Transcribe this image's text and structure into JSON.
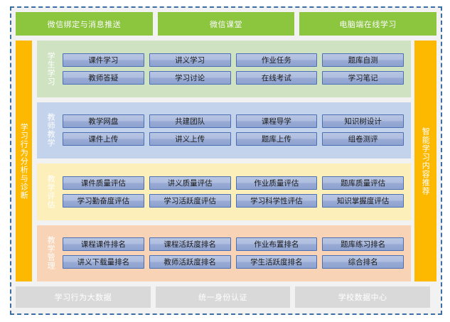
{
  "colors": {
    "frame_border": "#3b6ea5",
    "frame_bg": "#f2f2f2",
    "banner_green": "#8cc63e",
    "rail_orange": "#fcb900",
    "panel_student": "#cfe3c2",
    "panel_teacher": "#c4d3ec",
    "panel_eval": "#fdefb9",
    "panel_manage": "#f8d3b5",
    "button_blue": "#aebde0",
    "button_border": "#4a6fb5",
    "footer_gray": "#d9d9d9"
  },
  "top_banners": [
    {
      "label": "微信绑定与消息推送"
    },
    {
      "label": "微信课堂"
    },
    {
      "label": "电脑端在线学习"
    }
  ],
  "left_rail": {
    "label": "学习行为分析与诊断"
  },
  "right_rail": {
    "label": "智能学习内容推荐"
  },
  "sections": [
    {
      "label": "学生学习",
      "rows": [
        [
          "课件学习",
          "讲义学习",
          "作业任务",
          "题库自测"
        ],
        [
          "教师答疑",
          "学习讨论",
          "在线考试",
          "学习笔记"
        ]
      ]
    },
    {
      "label": "教师教学",
      "rows": [
        [
          "教学网盘",
          "共建团队",
          "课程导学",
          "知识树设计"
        ],
        [
          "课件上传",
          "讲义上传",
          "题库上传",
          "组卷测评"
        ]
      ]
    },
    {
      "label": "教学评估",
      "rows": [
        [
          "课件质量评估",
          "讲义质量评估",
          "作业质量评估",
          "题库质量评估"
        ],
        [
          "学习勤奋度评估",
          "学习活跃度评估",
          "学习科学性评估",
          "知识掌握度评估"
        ]
      ]
    },
    {
      "label": "教学管理",
      "rows": [
        [
          "课程课件排名",
          "课程活跃度排名",
          "作业布置排名",
          "题库练习排名"
        ],
        [
          "讲义下载量排名",
          "教师活跃度排名",
          "学生活跃度排名",
          "综合排名"
        ]
      ]
    }
  ],
  "bottom_banners": [
    {
      "label": "学习行为大数据"
    },
    {
      "label": "统一身份认证"
    },
    {
      "label": "学校数据中心"
    }
  ]
}
